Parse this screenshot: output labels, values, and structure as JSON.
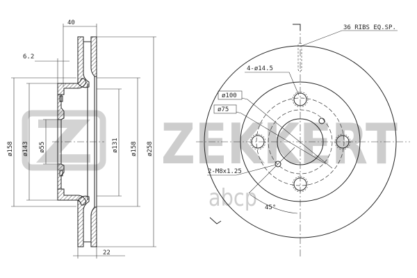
{
  "watermark": {
    "brand": "ZEKKERT",
    "site": "abcp",
    "color": "#bdbdbd"
  },
  "side_view": {
    "dims": {
      "width_total": "40",
      "hat_thickness": "6.2",
      "hub_outer": "ø158",
      "hat_inner": "ø143",
      "center_bore": "ø55",
      "inner_ring": "ø131",
      "friction_inner": "ø158",
      "outer_diameter": "ø258",
      "disc_thickness": "22"
    }
  },
  "front_view": {
    "labels": {
      "ribs": "36 RIBS EQ.SP.",
      "bolt_holes": "4-ø14.5",
      "pcd": "ø100",
      "pilot": "ø75",
      "threaded": "2-M8x1.25",
      "angle": "45°"
    }
  }
}
